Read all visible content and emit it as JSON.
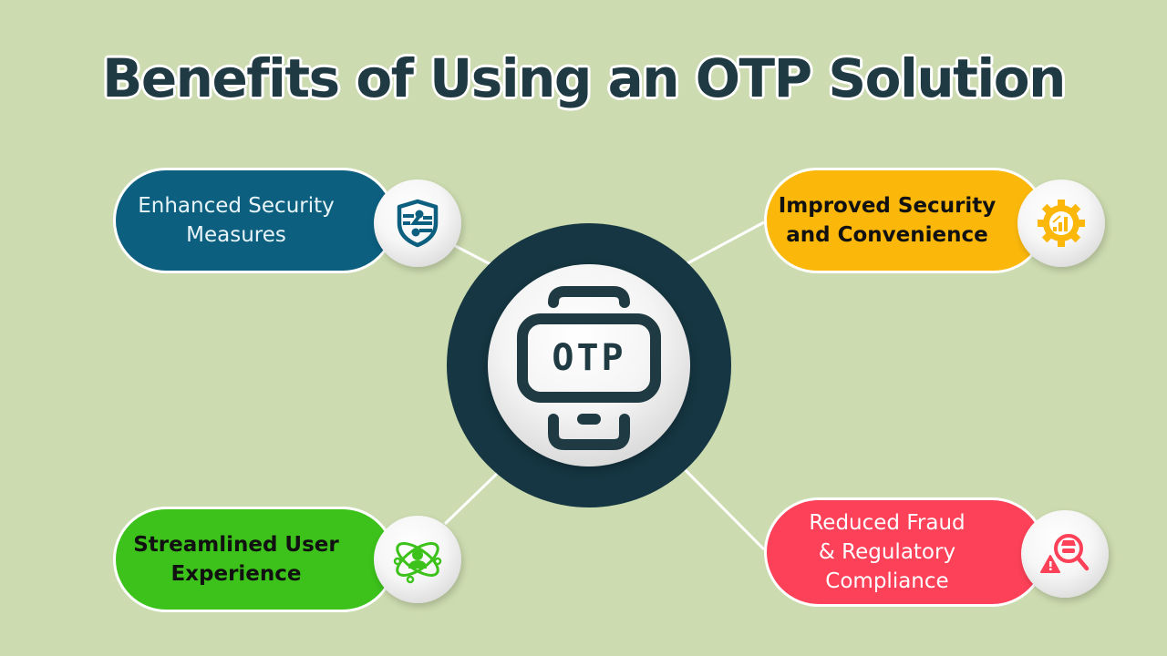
{
  "title": "Benefits of Using an OTP Solution",
  "center": {
    "icon": "otp-phone-icon",
    "text": "OTP",
    "ring_color": "#153642"
  },
  "benefits": [
    {
      "label": "Enhanced Security Measures",
      "line1": "Enhanced Security",
      "line2": "Measures",
      "color": "#0c5f7f",
      "icon": "shield-circuit-icon"
    },
    {
      "label": "Improved Security and Convenience",
      "line1": "Improved Security",
      "line2": "and Convenience",
      "color": "#fbb80b",
      "icon": "gear-chart-icon"
    },
    {
      "label": "Streamlined User Experience",
      "line1": "Streamlined User",
      "line2": "Experience",
      "color": "#3cc21a",
      "icon": "user-orbit-icon"
    },
    {
      "label": "Reduced Fraud & Regulatory Compliance",
      "line1": "Reduced Fraud",
      "line2": "& Regulatory",
      "line3": "Compliance",
      "color": "#fc4158",
      "icon": "fraud-search-warning-icon"
    }
  ],
  "colors": {
    "background": "#cddcb0",
    "title": "#1f3a42"
  }
}
